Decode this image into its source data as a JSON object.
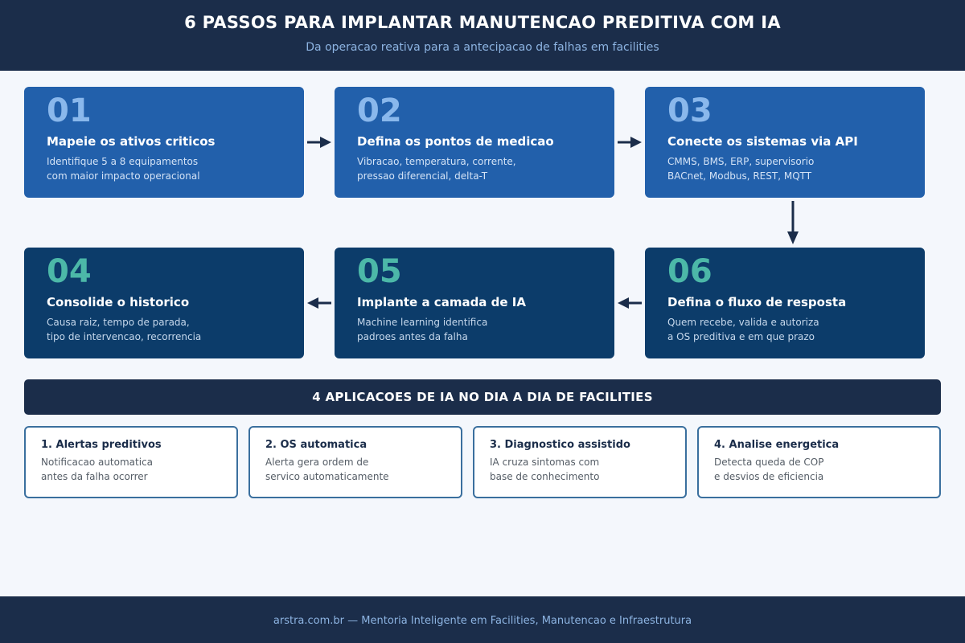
{
  "header": {
    "title": "6 PASSOS PARA IMPLANTAR MANUTENCAO PREDITIVA COM IA",
    "subtitle": "Da operacao reativa para a antecipacao de falhas em facilities"
  },
  "steps": [
    {
      "num": "01",
      "title": "Mapeie os ativos criticos",
      "desc": [
        "Identifique 5 a 8 equipamentos",
        "com maior impacto operacional"
      ]
    },
    {
      "num": "02",
      "title": "Defina os pontos de medicao",
      "desc": [
        "Vibracao, temperatura, corrente,",
        "pressao diferencial, delta-T"
      ]
    },
    {
      "num": "03",
      "title": "Conecte os sistemas via API",
      "desc": [
        "CMMS, BMS, ERP, supervisorio",
        "BACnet, Modbus, REST, MQTT"
      ]
    },
    {
      "num": "04",
      "title": "Consolide o historico",
      "desc": [
        "Causa raiz, tempo de parada,",
        "tipo de intervencao, recorrencia"
      ]
    },
    {
      "num": "05",
      "title": "Implante a camada de IA",
      "desc": [
        "Machine learning identifica",
        "padroes antes da falha"
      ]
    },
    {
      "num": "06",
      "title": "Defina o fluxo de resposta",
      "desc": [
        "Quem recebe, valida e autoriza",
        "a OS preditiva e em que prazo"
      ]
    }
  ],
  "applications": {
    "heading": "4 APLICACOES DE IA NO DIA A DIA DE FACILITIES",
    "items": [
      {
        "title": "1. Alertas preditivos",
        "desc": [
          "Notificacao automatica",
          "antes da falha ocorrer"
        ]
      },
      {
        "title": "2. OS automatica",
        "desc": [
          "Alerta gera ordem de",
          "servico automaticamente"
        ]
      },
      {
        "title": "3. Diagnostico assistido",
        "desc": [
          "IA cruza sintomas com",
          "base de conhecimento"
        ]
      },
      {
        "title": "4. Analise energetica",
        "desc": [
          "Detecta queda de COP",
          "e desvios de eficiencia"
        ]
      }
    ]
  },
  "footer": {
    "text": "arstra.com.br — Mentoria Inteligente em Facilities, Manutencao e Infraestrutura"
  },
  "colors": {
    "navy": "#1b2d4a",
    "step_row1": "#2260ab",
    "step_row2": "#0c3c6a",
    "teal_number": "#4cb8a8",
    "light_number": "#8ab8ec",
    "card_border": "#3a6f9e"
  }
}
